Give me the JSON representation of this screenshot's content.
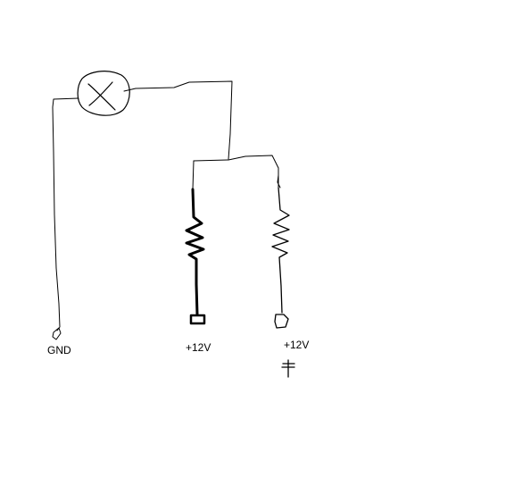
{
  "diagram": {
    "labels": {
      "gnd": "GND",
      "supply_left": "+12V",
      "supply_right": "+12V"
    },
    "components": {
      "lamp": "lamp-icon",
      "resistor_left": "resistor-icon",
      "resistor_right": "resistor-icon",
      "ground_symbol": "ground-icon"
    },
    "colors": {
      "stroke": "#000000",
      "background": "#ffffff"
    }
  }
}
